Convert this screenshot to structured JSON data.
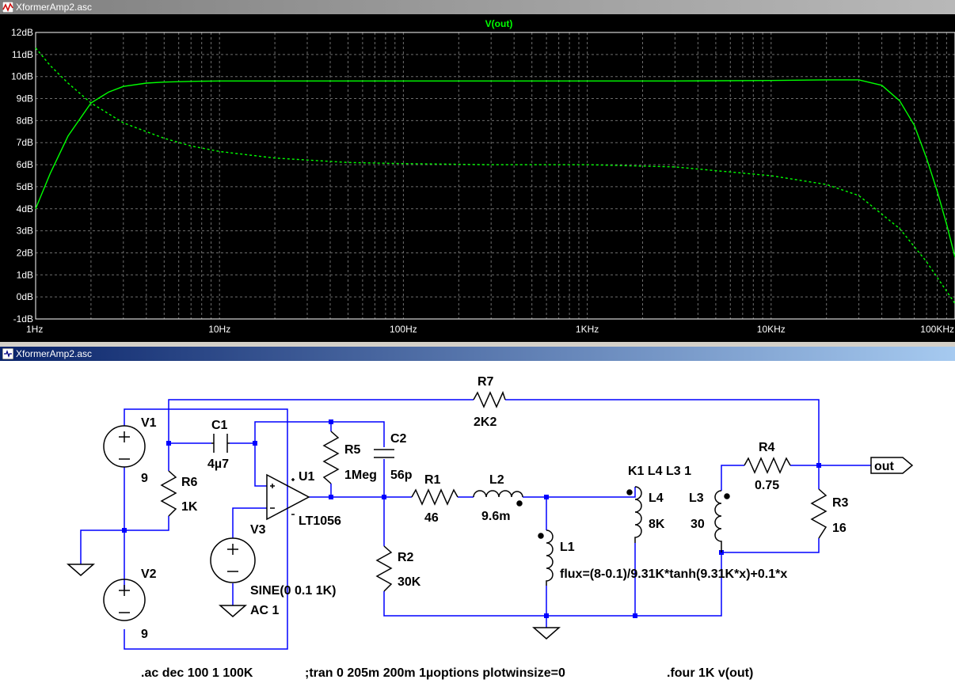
{
  "plot_window": {
    "title": "XformerAmp2.asc",
    "trace_label": "V(out)",
    "trace_color": "#00ff00",
    "background": "#000000",
    "grid_color": "#6e6e6e"
  },
  "schematic_window": {
    "title": "XformerAmp2.asc",
    "background": "#ffffff",
    "wire_color": "#0000ff",
    "component_color": "#000000",
    "labels": {
      "r7_name": "R7",
      "r7_value": "2K2",
      "v1_name": "V1",
      "v1_value": "9",
      "c1_name": "C1",
      "c1_value": "4µ7",
      "r5_name": "R5",
      "r5_value": "1Meg",
      "c2_name": "C2",
      "c2_value": "56p",
      "r6_name": "R6",
      "r6_value": "1K",
      "u1_name": "U1",
      "u1_value": "LT1056",
      "v3_name": "V3",
      "r1_name": "R1",
      "r1_value": "46",
      "l2_name": "L2",
      "l2_value": "9.6m",
      "k1_directive": "K1 L4 L3 1",
      "l4_name": "L4",
      "l4_value": "8K",
      "l3_name": "L3",
      "l3_value": "30",
      "r4_name": "R4",
      "r4_value": "0.75",
      "r3_name": "R3",
      "r3_value": "16",
      "out_label": "out",
      "l1_name": "L1",
      "l1_value": "flux=(8-0.1)/9.31K*tanh(9.31K*x)+0.1*x",
      "r2_name": "R2",
      "r2_value": "30K",
      "v2_name": "V2",
      "v2_value": "9",
      "v3_value_line1": "SINE(0 0.1 1K)",
      "v3_value_line2": "AC 1",
      "dir_ac": ".ac dec 100 1 100K",
      "dir_tran": ";tran 0 205m 200m 1µoptions plotwinsize=0",
      "dir_four": ".four 1K v(out)"
    }
  },
  "chart_data": {
    "type": "line",
    "title": "V(out)",
    "xscale": "log",
    "xlim": [
      1,
      100000
    ],
    "ylim": [
      -1,
      12
    ],
    "x_ticks": [
      "1Hz",
      "10Hz",
      "100Hz",
      "1KHz",
      "10KHz",
      "100KHz"
    ],
    "x_tick_values": [
      1,
      10,
      100,
      1000,
      10000,
      100000
    ],
    "y_ticks": [
      "12dB",
      "11dB",
      "10dB",
      "9dB",
      "8dB",
      "7dB",
      "6dB",
      "5dB",
      "4dB",
      "3dB",
      "2dB",
      "1dB",
      "0dB",
      "-1dB"
    ],
    "y_tick_values": [
      12,
      11,
      10,
      9,
      8,
      7,
      6,
      5,
      4,
      3,
      2,
      1,
      0,
      -1
    ],
    "grid": true,
    "series": [
      {
        "style": "solid",
        "x": [
          1,
          1.2,
          1.5,
          2,
          2.5,
          3,
          4,
          5,
          7,
          10,
          20,
          50,
          100,
          300,
          1000,
          3000,
          10000,
          20000,
          30000,
          40000,
          50000,
          60000,
          70000,
          80000,
          90000,
          100000
        ],
        "y": [
          4.0,
          5.6,
          7.3,
          8.8,
          9.3,
          9.55,
          9.7,
          9.75,
          9.78,
          9.8,
          9.8,
          9.8,
          9.8,
          9.8,
          9.8,
          9.8,
          9.82,
          9.85,
          9.85,
          9.6,
          8.9,
          7.8,
          6.3,
          4.8,
          3.3,
          1.8
        ]
      },
      {
        "style": "dashed",
        "x": [
          1,
          1.2,
          1.5,
          2,
          3,
          4,
          5,
          7,
          10,
          20,
          50,
          100,
          300,
          1000,
          3000,
          10000,
          20000,
          30000,
          50000,
          70000,
          100000
        ],
        "y": [
          11.3,
          10.5,
          9.7,
          8.8,
          7.9,
          7.5,
          7.2,
          6.85,
          6.6,
          6.3,
          6.1,
          6.05,
          6.0,
          6.0,
          5.9,
          5.5,
          5.1,
          4.6,
          3.1,
          1.6,
          -0.3
        ]
      }
    ]
  }
}
